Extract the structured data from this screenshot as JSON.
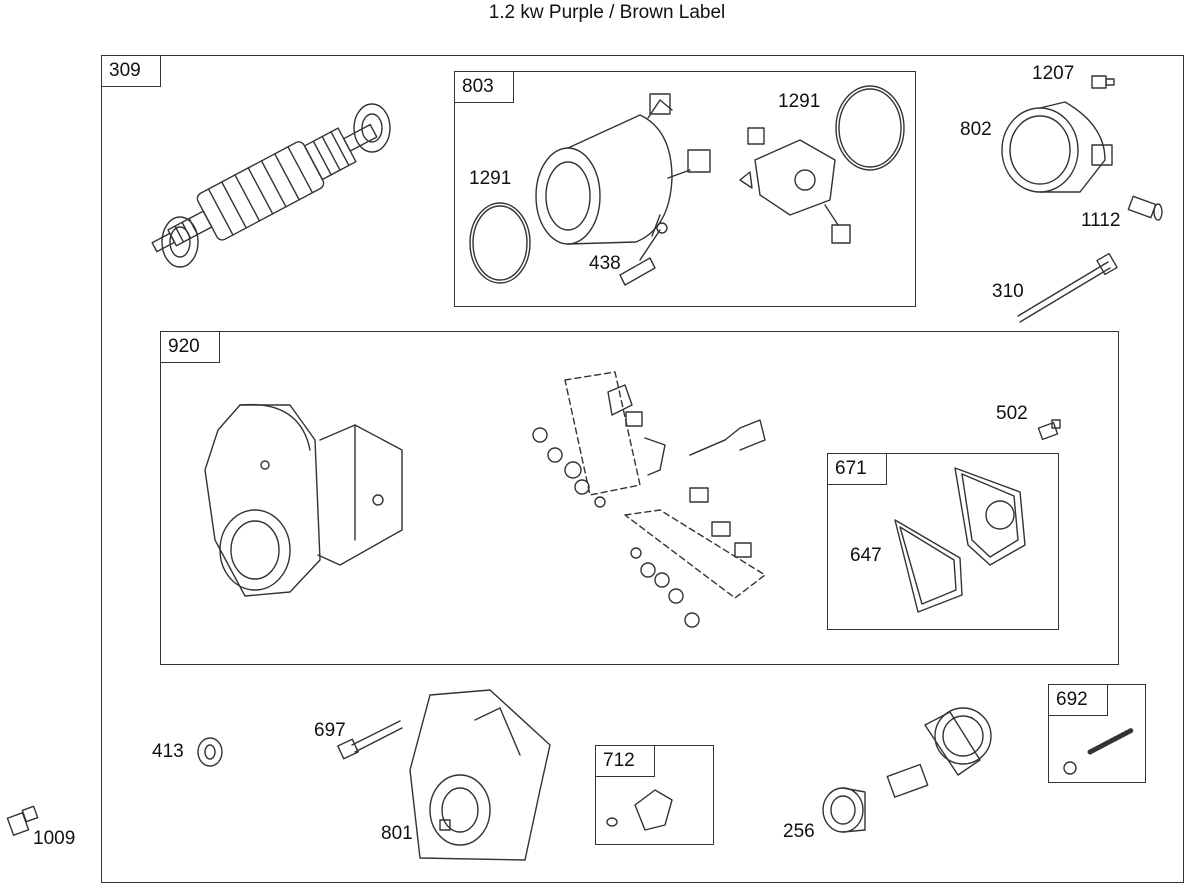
{
  "title": "1.2 kw Purple / Brown Label",
  "groups": {
    "outer": "309",
    "field_coil": "803",
    "housing": "920",
    "gasket_kit": "671",
    "pinion_kit": "712",
    "spring_kit": "692"
  },
  "callouts": {
    "c1207": "1207",
    "c1291a": "1291",
    "c1291b": "1291",
    "c802": "802",
    "c1112": "1112",
    "c438": "438",
    "c310": "310",
    "c502": "502",
    "c647": "647",
    "c697": "697",
    "c413": "413",
    "c801": "801",
    "c256": "256",
    "c1009": "1009"
  },
  "colors": {
    "line": "#333333",
    "background": "#ffffff"
  }
}
